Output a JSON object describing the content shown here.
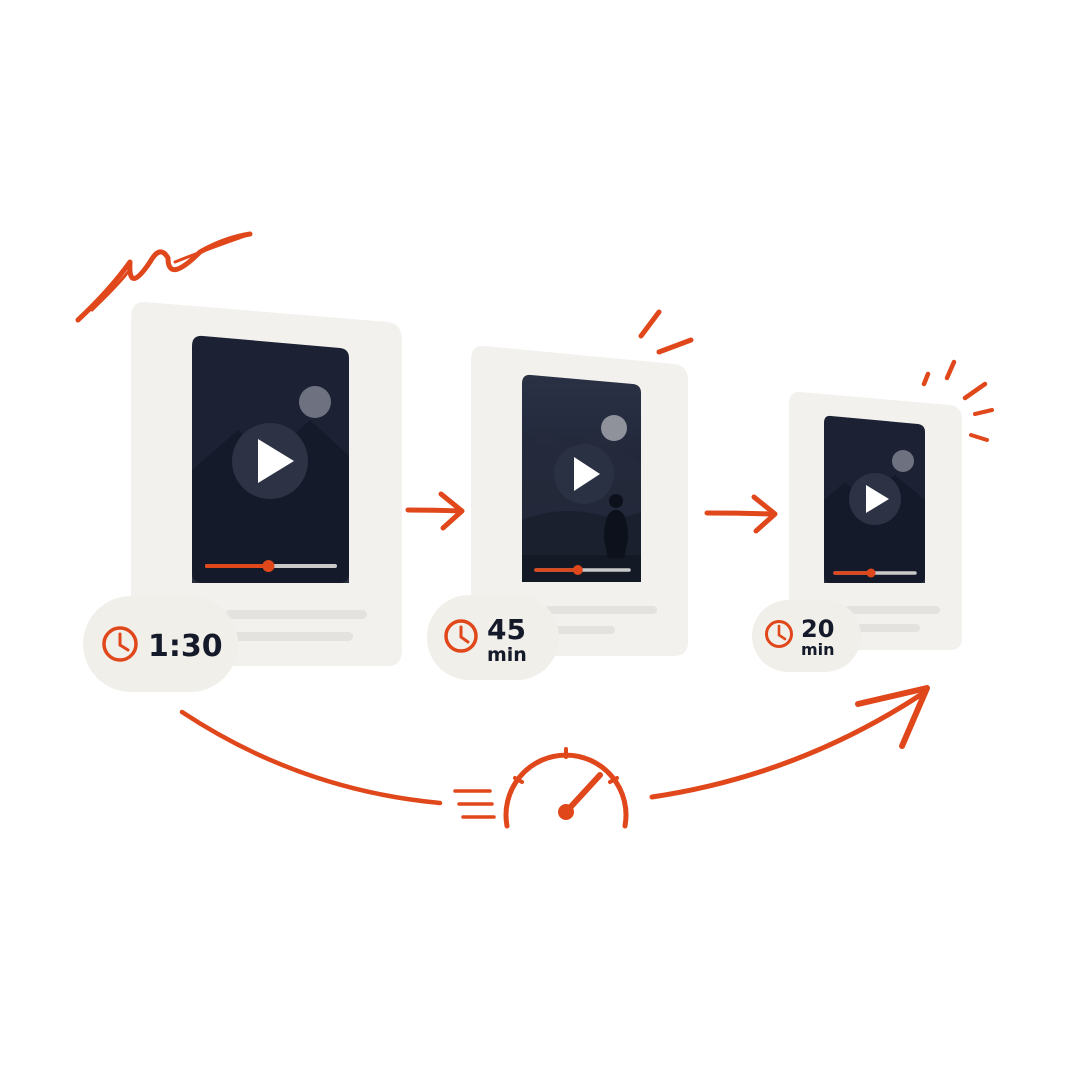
{
  "colors": {
    "accent": "#e0471b",
    "card": "#f3f1ee",
    "screen": "#1c2233",
    "screen_dark": "#131826",
    "badge": "#f1efea",
    "text": "#151a2a",
    "track": "#c9c9c9"
  },
  "cards": [
    {
      "duration_main": "1:30",
      "duration_unit": "",
      "progress": 0.48
    },
    {
      "duration_main": "45",
      "duration_unit": "min",
      "progress": 0.45
    },
    {
      "duration_main": "20",
      "duration_unit": "min",
      "progress": 0.45
    }
  ],
  "icons": [
    "play-icon",
    "clock-icon",
    "arrow-right-icon",
    "speedometer-icon",
    "curved-arrow-icon",
    "moon-icon",
    "mountain-icon",
    "person-silhouette-icon"
  ]
}
